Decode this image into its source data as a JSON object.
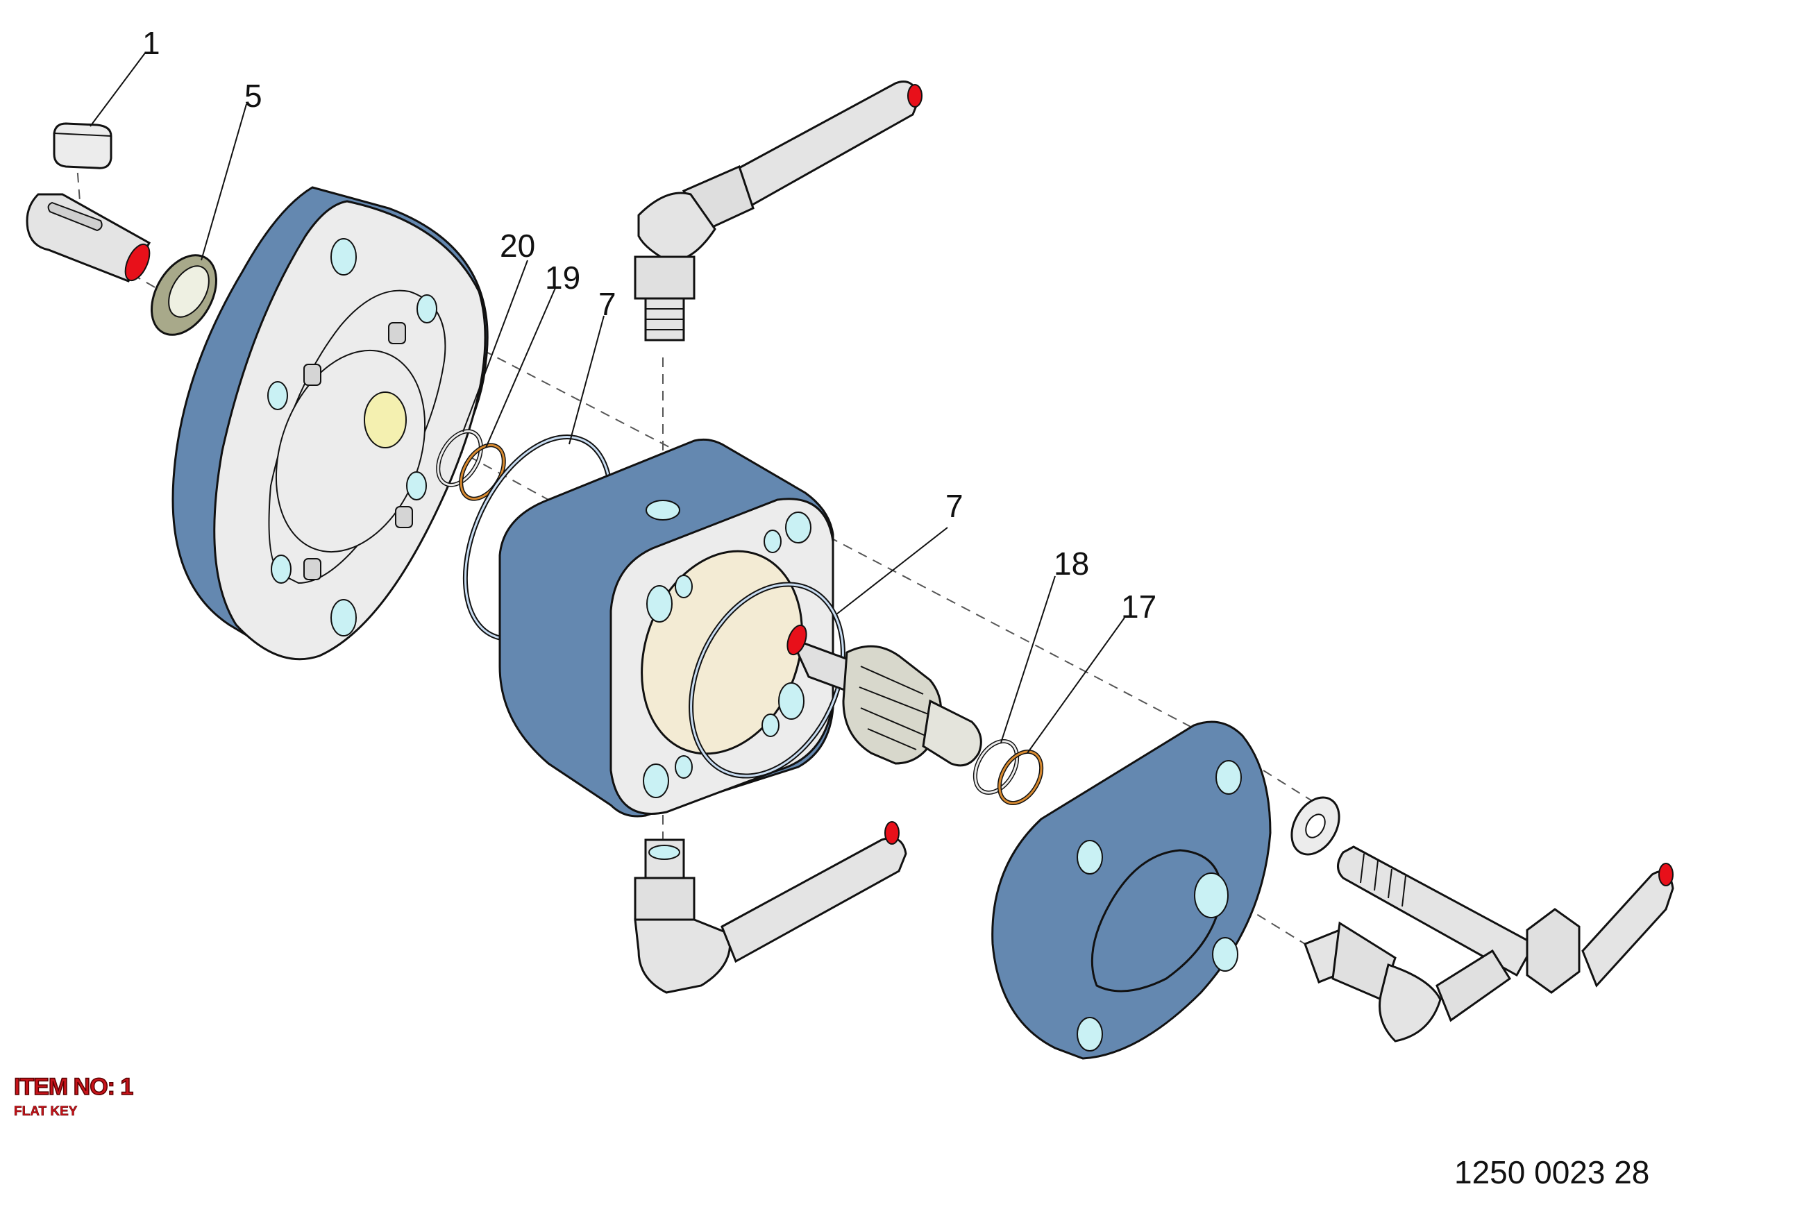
{
  "callouts": {
    "c1": "1",
    "c5": "5",
    "c20": "20",
    "c19": "19",
    "c7a": "7",
    "c7b": "7",
    "c18": "18",
    "c17": "17"
  },
  "item": {
    "title": "ITEM NO: 1",
    "name": "FLAT KEY"
  },
  "drawing_number": "1250 0023 28",
  "colors": {
    "housing_blue": "#6488b0",
    "face_grey": "#ececec",
    "port_cyan": "#c9f1f4",
    "liner_cream": "#f3ebd4",
    "seal_olive": "#a8a98a",
    "orange_ring": "#d88a30",
    "cut_red": "#e8101a",
    "label_red": "#c8131a"
  }
}
